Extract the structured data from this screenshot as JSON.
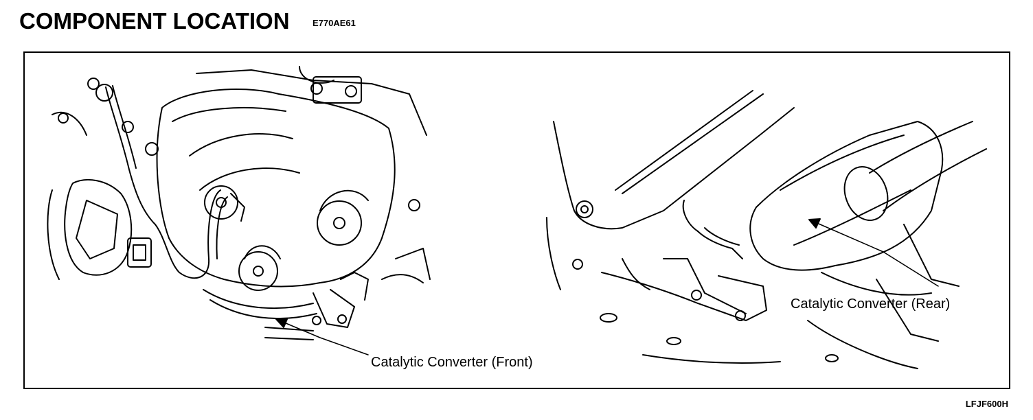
{
  "header": {
    "title": "COMPONENT LOCATION",
    "code": "E770AE61"
  },
  "figure": {
    "labels": {
      "front": "Catalytic Converter (Front)",
      "rear": "Catalytic Converter (Rear)"
    },
    "footer_code": "LFJF600H"
  }
}
